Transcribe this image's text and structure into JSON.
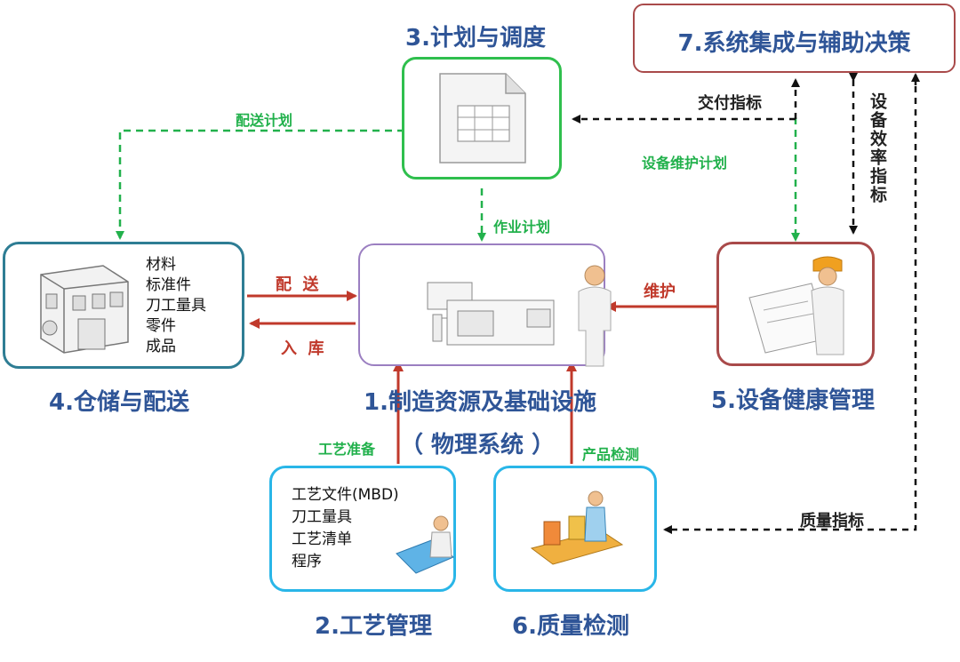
{
  "nodes": {
    "manufacturing": {
      "title_line1": "1.制造资源及基础设施",
      "title_line2": "（ 物理系统 ）"
    },
    "process": {
      "title": "2.工艺管理",
      "items": [
        "工艺文件(MBD)",
        "刀工量具",
        "工艺清单",
        "程序"
      ]
    },
    "planning": {
      "title": "3.计划与调度"
    },
    "warehouse": {
      "title": "4.仓储与配送",
      "items": [
        "材料",
        "标准件",
        "刀工量具",
        "零件",
        "成品"
      ]
    },
    "equipment": {
      "title": "5.设备健康管理"
    },
    "quality": {
      "title": "6.质量检测"
    },
    "system": {
      "title": "7.系统集成与辅助决策"
    }
  },
  "edges": {
    "delivery_plan": "配送计划",
    "job_plan": "作业计划",
    "maintenance_plan": "设备维护计划",
    "delivery_kpi": "交付指标",
    "equipment_kpi": "设备效率指标",
    "deliver": "配  送",
    "store": "入  库",
    "maintain": "维护",
    "process_prep": "工艺准备",
    "product_inspection": "产品检测",
    "quality_kpi": "质量指标"
  },
  "colors": {
    "dashed_green": "#22b14c",
    "arrow_red": "#c0392b",
    "dashed_black": "#111111",
    "title_blue": "#2f5597"
  }
}
